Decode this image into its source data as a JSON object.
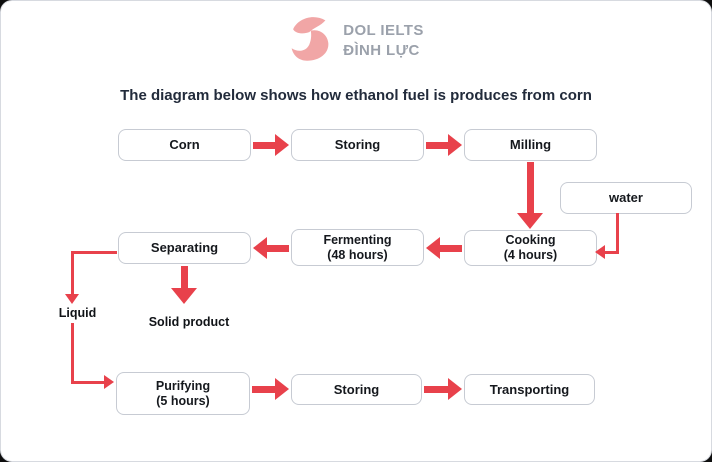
{
  "logo": {
    "line1": "DOL IELTS",
    "line2": "ĐÌNH LỰC",
    "icon_name": "dol-swoosh-icon"
  },
  "title": "The diagram below shows how ethanol fuel is produces from corn",
  "diagram": {
    "boxes": {
      "corn": {
        "label": "Corn"
      },
      "storing1": {
        "label": "Storing"
      },
      "milling": {
        "label": "Milling"
      },
      "water": {
        "label": "water"
      },
      "cooking": {
        "label": "Cooking",
        "sublabel": "(4 hours)"
      },
      "fermenting": {
        "label": "Fermenting",
        "sublabel": "(48 hours)"
      },
      "separating": {
        "label": "Separating"
      },
      "purifying": {
        "label": "Purifying",
        "sublabel": "(5 hours)"
      },
      "storing2": {
        "label": "Storing"
      },
      "transporting": {
        "label": "Transporting"
      }
    },
    "labels": {
      "liquid": "Liquid",
      "solid_product": "Solid product"
    }
  },
  "colors": {
    "arrow_red": "#E8414B",
    "logo_pink": "#F1A6A6",
    "logo_text_gray": "#9BA1AB",
    "box_border": "#C7CBD3",
    "title_dark": "#222B3B",
    "box_text": "#15181D"
  }
}
